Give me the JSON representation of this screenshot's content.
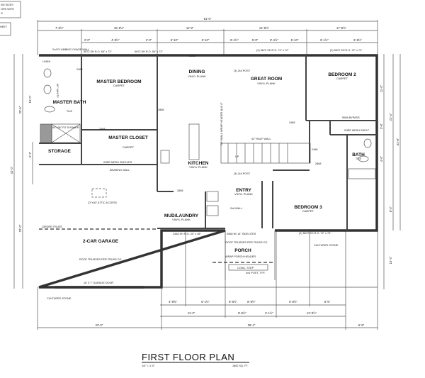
{
  "notes": {
    "box1": [
      "NG SIZES",
      "ORS WITH",
      "G"
    ],
    "box2": "HEET"
  },
  "rooms": [
    {
      "name": "MASTER BEDROOM",
      "finish": "CARPET"
    },
    {
      "name": "MASTER BATH",
      "finish": "TILE"
    },
    {
      "name": "MASTER CLOSET",
      "finish": "CARPET"
    },
    {
      "name": "STORAGE",
      "finish": ""
    },
    {
      "name": "DINING",
      "finish": "VINYL PLANK"
    },
    {
      "name": "KITCHEN",
      "finish": "VINYL PLANK"
    },
    {
      "name": "GREAT ROOM",
      "finish": "VINYL PLANK"
    },
    {
      "name": "BEDROOM 2",
      "finish": "CARPET"
    },
    {
      "name": "BATH",
      "finish": "TILE"
    },
    {
      "name": "ENTRY",
      "finish": "VINYL PLANK"
    },
    {
      "name": "BEDROOM 3",
      "finish": "CARPET"
    },
    {
      "name": "MUD/LAUNDRY",
      "finish": "VINYL PLANK"
    },
    {
      "name": "2-CAR GARAGE",
      "finish": ""
    },
    {
      "name": "PORCH",
      "finish": ""
    }
  ],
  "annotations": {
    "linen": "LINEN",
    "vanity": "60\" VANITY",
    "shower": "60\"x36\" FG SHOWER",
    "chase_wall": "2x4 PLUMBING CHASE WALL",
    "wire_shelves": "WIRE MESH SHELVES",
    "bearing_wall": "BEARING WALL",
    "attic": "22\"x30\" ATTIC ACCESS",
    "girder": "GIRDER TRUSS",
    "roof_trusses": "ROOF TRUSSES PER TRUSS CO.",
    "garage_door": "16' X 7' GARAGE DOOR",
    "cultured_stone": "CULTURED STONE",
    "post": "(3) 2x4 POST",
    "half_wall": "42\" HALF WALL",
    "up": "UP",
    "wire_shelf": "WIRE MESH SHELF",
    "bypass": "5068-BYPASS",
    "header": "DRYWALL WRAP HEADER @ 8'-0\"",
    "conc_step": "CONC. STEP",
    "post_typ": "4x4 POST, TYP.",
    "porch_header": "WRAP PORCH HEADER",
    "window1": "5672 SH R.O. 56\" x 72\"",
    "window2": "(2) 5672 SH R.O. 72\" x 72\"",
    "window3": "2448 SH R.O. 24\" x 48\"",
    "door_front": "3068 W/ 14\" SIDELITES",
    "door_2468": "2468",
    "door_2868": "2868",
    "door_5068": "5068",
    "wall_2x6": "2x6 WALL"
  },
  "dimensions": {
    "top_overall": "61'-0\"",
    "top_row2": [
      "7'-6½\"",
      "15'-8½\"",
      "11'-8\"",
      "14'-8½\"",
      "17'-8½\""
    ],
    "top_row3": [
      "2'-0\"",
      "4'-8½\"",
      "2'-0\"",
      "5'-10\"",
      "5'-10\"",
      "8'-4½\"",
      "5'-8\"",
      "8'-4½\"",
      "5'-10\"",
      "6'-1½\"",
      "6'-8½\""
    ],
    "left": [
      "15'-0\"",
      "20'-6\"",
      "5'-2\"",
      "42'-0\"",
      "22'-0\""
    ],
    "right": [
      "11'-0\"",
      "21'-4\"",
      "3'-8\"",
      "4'-0\"",
      "31'-8\"",
      "8'-2\"",
      "10'-4\""
    ],
    "bottom_row1": [
      "4'-8⅝\"",
      "6'-1½\"",
      "8'-8½\"",
      "8'-8½\"",
      "5'-8½\"",
      "6'-6\""
    ],
    "bottom_row2": [
      "11'-2\"",
      "8'-8½\"",
      "2'-1½\"",
      "12'-8½\""
    ],
    "bottom_row3": [
      "22'-0\"",
      "39'-4\"",
      "5'-8\""
    ]
  },
  "title": {
    "text": "FIRST FLOOR PLAN",
    "scale": "1/4\" = 1'-0\"",
    "area": "1862 SQ. FT."
  }
}
